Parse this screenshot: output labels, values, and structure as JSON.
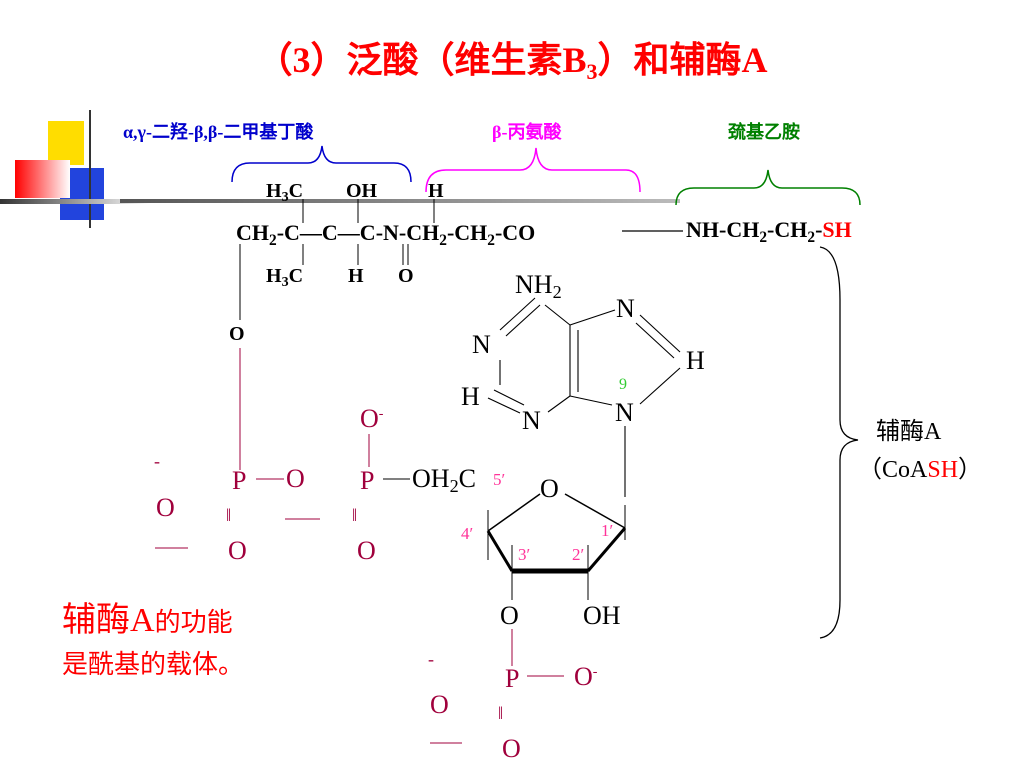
{
  "title": {
    "pre": "（3）泛酸（维生素B",
    "sub": "3",
    "post": "）和辅酶A"
  },
  "brackets": {
    "part1": "α,γ-二羟-β,β-二甲基丁酸",
    "part2": "β-丙氨酸",
    "part3": "巯基乙胺"
  },
  "pantoate": {
    "top_h3c": {
      "a": "H",
      "sub": "3",
      "b": "C"
    },
    "top_oh": "OH",
    "top_h": "H",
    "main_ch2": {
      "a": "CH",
      "sub": "2",
      "b": "-C—C—C-N-CH"
    },
    "main_rest1": {
      "sub": "2",
      "b": "-CH"
    },
    "main_rest2": {
      "sub": "2",
      "b": "-CO"
    },
    "bot_h3c": {
      "a": "H",
      "sub": "3",
      "b": "C"
    },
    "bot_h": "H",
    "bot_o": "O",
    "o_link": "O"
  },
  "cysteamine": {
    "a": "NH-CH",
    "sub1": "2",
    "b": "-CH",
    "sub2": "2",
    "c": "-",
    "sh": "SH"
  },
  "adenine": {
    "nh2": {
      "a": "NH",
      "sub": "2"
    },
    "n1": "N",
    "n3": "N",
    "n7": "N",
    "n9": "N",
    "n_bottom": "N",
    "h8": "H",
    "h2": "H",
    "pos9": "9"
  },
  "phosphates": {
    "p1": "P",
    "p2": "P",
    "o1_right": "O",
    "o_minus_top": "O",
    "minus": "-",
    "o_left": "O",
    "o_bot1": "O",
    "o_bot2": "O",
    "och2c": {
      "a": "OH",
      "sub": "2",
      "b": "C"
    },
    "neg_left": "-"
  },
  "ribose": {
    "ring_o": "O",
    "c5": "5′",
    "c4": "4′",
    "c3": "3′",
    "c2": "2′",
    "c1": "1′",
    "o3": "O",
    "oh2": "OH"
  },
  "phosphate3": {
    "p": "P",
    "o_right": "O",
    "minus": "-",
    "o_left": "O",
    "o_bot": "O",
    "neg_left": "-"
  },
  "coa_label": {
    "line1": "辅酶A",
    "line2_pre": "（CoA",
    "line2_sh": "SH",
    "line2_post": "）"
  },
  "function_text": {
    "line1_big": "辅酶A",
    "line1_small": "的功能",
    "line2": "是酰基的载体。"
  },
  "colors": {
    "title": "#ff0000",
    "blue": "#0000cc",
    "magenta": "#ff00ff",
    "green": "#008000",
    "maroon": "#a0003c",
    "pink": "#ff3399",
    "lime": "#33cc33"
  }
}
